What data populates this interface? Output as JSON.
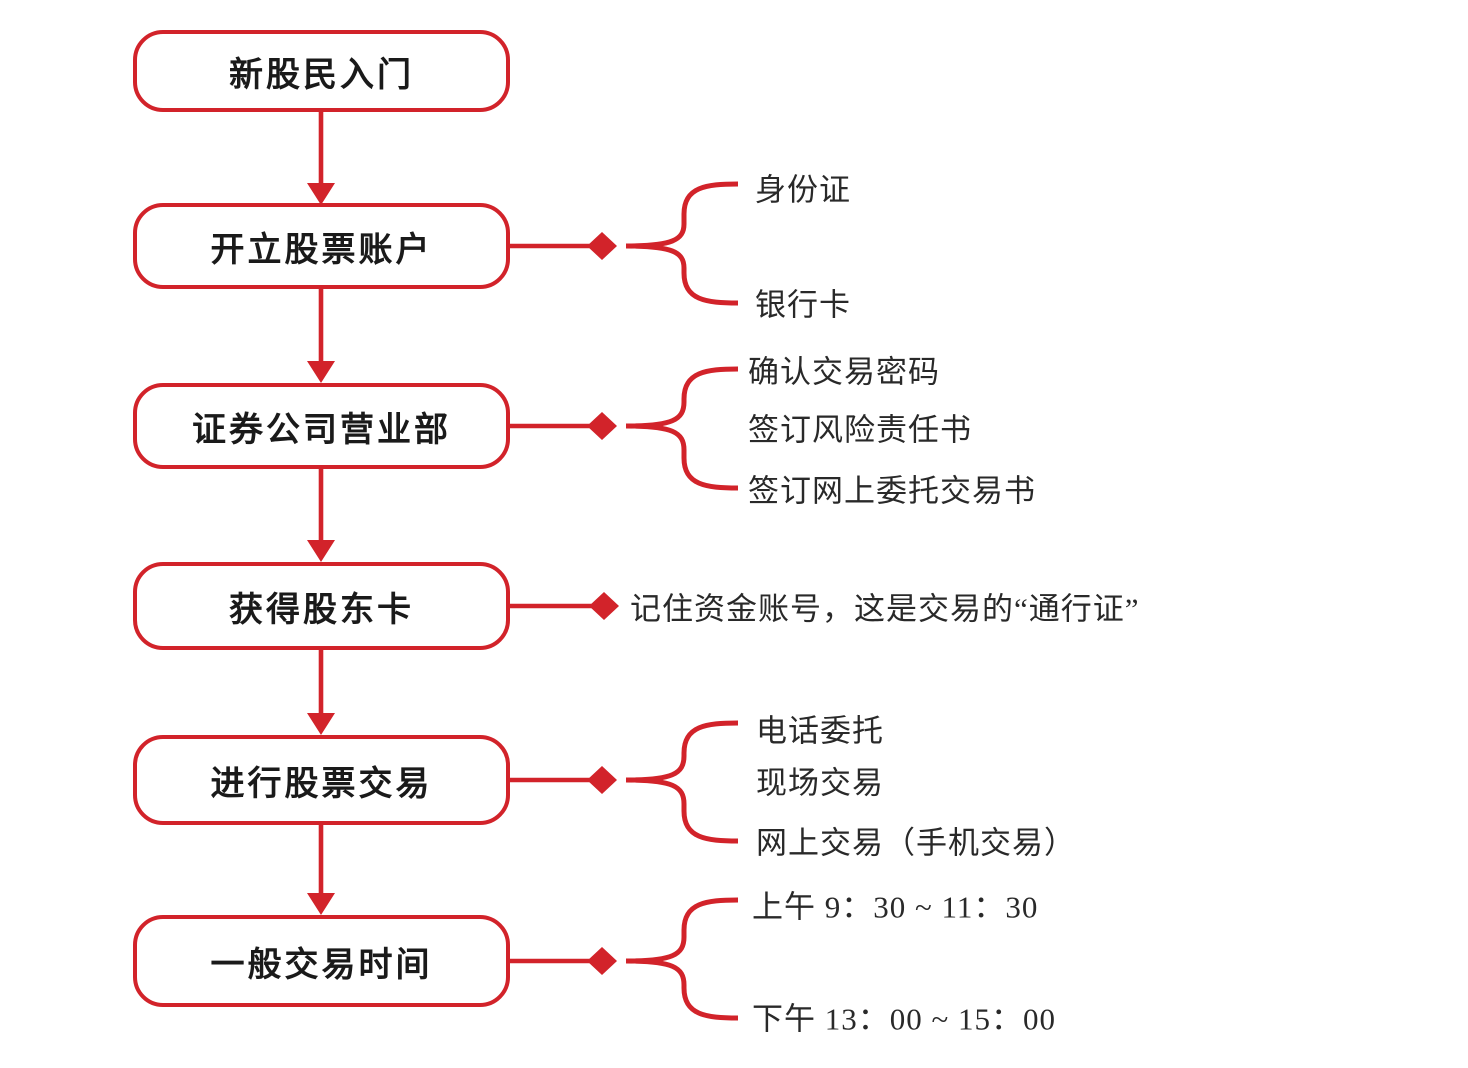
{
  "palette": {
    "accent_red": "#d2232a",
    "box_text": "#1a1a1a",
    "branch_text": "#292929",
    "background": "#ffffff"
  },
  "flow": {
    "steps": [
      {
        "label": "新股民入门"
      },
      {
        "label": "开立股票账户",
        "branches": [
          "身份证",
          "银行卡"
        ]
      },
      {
        "label": "证券公司营业部",
        "branches": [
          "确认交易密码",
          "签订风险责任书",
          "签订网上委托交易书"
        ]
      },
      {
        "label": "获得股东卡",
        "note": "记住资金账号，这是交易的“通行证”"
      },
      {
        "label": "进行股票交易",
        "branches": [
          "电话委托",
          "现场交易",
          "网上交易（手机交易）"
        ]
      },
      {
        "label": "一般交易时间",
        "branches": [
          "上午 9：30 ~ 11：30",
          "下午 13：00 ~ 15：00"
        ]
      }
    ]
  }
}
